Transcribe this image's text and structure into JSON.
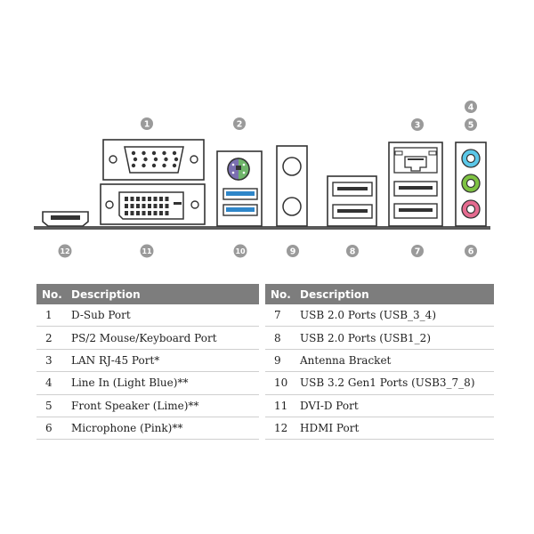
{
  "ports": [
    {
      "num": "1",
      "label": "D-Sub Port"
    },
    {
      "num": "2",
      "label": "PS/2 Mouse/Keyboard Port"
    },
    {
      "num": "3",
      "label": "LAN RJ-45 Port*"
    },
    {
      "num": "4",
      "label": "Line In (Light Blue)**"
    },
    {
      "num": "5",
      "label": "Front Speaker (Lime)**"
    },
    {
      "num": "6",
      "label": "Microphone (Pink)**"
    },
    {
      "num": "7",
      "label": "USB 2.0 Ports (USB_3_4)"
    },
    {
      "num": "8",
      "label": "USB 2.0 Ports (USB1_2)"
    },
    {
      "num": "9",
      "label": "Antenna Bracket"
    },
    {
      "num": "10",
      "label": "USB 3.2 Gen1 Ports (USB3_7_8)"
    },
    {
      "num": "11",
      "label": "DVI-D Port"
    },
    {
      "num": "12",
      "label": "HDMI Port"
    }
  ],
  "table": {
    "header_no": "No.",
    "header_desc": "Description"
  },
  "colors": {
    "badge": "#9a9a9a",
    "panel_line": "#555555",
    "header_bg": "#7d7d7d",
    "usb3_blue": "#2e86c9",
    "line_in_blue": "#5bc8e8",
    "speaker_lime": "#7ec242",
    "mic_pink": "#e46b8f",
    "ps2_purple": "#7a6fb0",
    "ps2_green": "#6fb56a"
  }
}
